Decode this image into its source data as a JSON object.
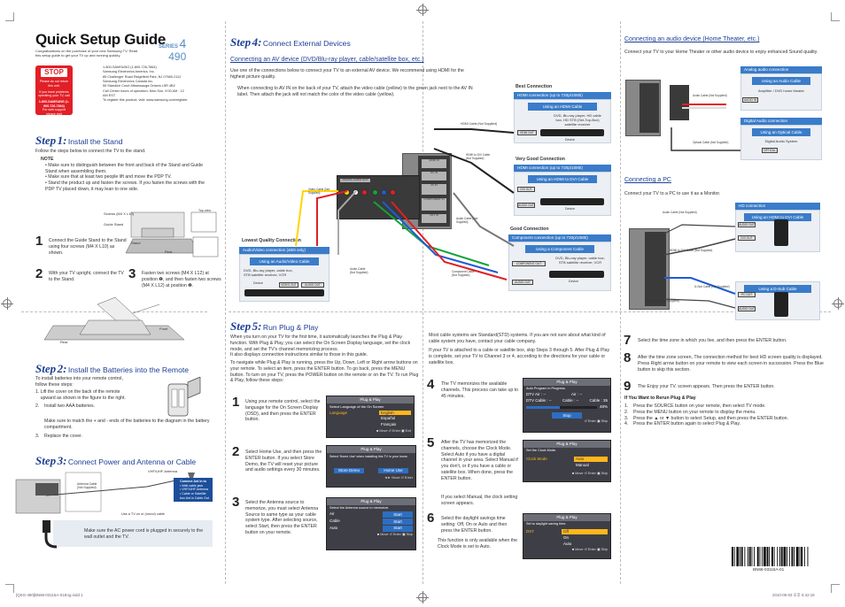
{
  "header": {
    "title": "Quick Setup Guide",
    "series_label": "SERIES",
    "series_number": "4",
    "model": "490",
    "intro": "Congratulations on the purchase of your new Samsung TV. Read this setup guide to get your TV up and running quickly.",
    "contact_lines": [
      "1-800-SAMSUNG (1-800-726-7864)",
      "Samsung Electronics America, Inc.",
      "85 Challenger Road Ridgefield Park, NJ 07660-2112",
      "Samsung Electronics Canada Inc.",
      "55 Standish Court Mississauga Ontario L5R 4B2",
      "Call Center hours of operation: Mon-Sun, 9:00 AM - 12 AM EST",
      "To register this product, visit: www.samsung.com/register"
    ]
  },
  "stop_box": {
    "title": "STOP",
    "lines": [
      "Please do not return this unit.",
      "If you have problems operating your TV, call",
      "1-800-SAMSUNG (1-800-726-7864)",
      "For web support please visit",
      "www.samsung.com/support"
    ]
  },
  "step1": {
    "word": "Step",
    "number": "1",
    "title": "Install the Stand",
    "desc": "Follow the steps below to connect the TV to the stand.",
    "note_label": "NOTE",
    "notes": [
      "Make sure to distinguish between the front and back of the Stand and Guide Stand when assembling them.",
      "Make sure that at least two people lift and move the PDP TV.",
      "Stand the product up and fasten the screws. If you fasten the screws with the PDP TV placed down, it may lean to one side."
    ],
    "labels": {
      "screw": "Screws (M4 X L10)",
      "guide_stand": "Guide Stand",
      "top_view": "Top view",
      "stand": "Stand",
      "front": "Front",
      "rear": "Rear"
    },
    "i1_num": "1",
    "i1": "Connect the Guide Stand to the Stand using four screws (M4 X L10) as shown.",
    "i2_num": "2",
    "i2": "With your TV upright, connect the TV to the Stand.",
    "i3_num": "3",
    "i3": "Fasten two screws (M4 X L12) at position ❶, and then fasten two screws (M4 X L12) at position ❷."
  },
  "step2": {
    "word": "Step",
    "number": "2",
    "title": "Install the Batteries into the Remote",
    "desc": "To install batteries into your remote control, follow these steps:",
    "items": [
      "Lift the cover on the back of the remote upward as shown in the figure to the right.",
      "Install two AAA batteries.",
      "Replace the cover."
    ],
    "note": "Make sure to match the + and - ends of the batteries to the diagram in the battery compartment."
  },
  "step3": {
    "word": "Step",
    "number": "3",
    "title": "Connect Power and Antenna or Cable",
    "vhf": "VHF/UHF Antenna",
    "ant_cable": "Antenna Cable (Not Supplied)",
    "ant_in_title": "Connect Ant In to",
    "ant_in_items": [
      "Wall cable jack",
      "VHF/UHF Antenna",
      "Cable or Satellite box Ant in Cable Out"
    ],
    "or_label": "Use a TV on or (round) cable",
    "power_note": "Make sure the AC power cord is plugged in securely to the wall outlet and the TV."
  },
  "step4": {
    "word": "Step",
    "number": "4",
    "title": "Connect External Devices",
    "av_heading": "Connecting an AV device (DVD/Blu-ray player, cable/satellite box, etc.)",
    "av_desc": "Use one of the connections below to connect your TV to an external AV device. We recommend using HDMI for the highest picture quality.",
    "av_note": "When connecting to AV IN on the back of your TV, attach the video cable (yellow) to the green jack next to the AV IN label. Then attach the jack will not match the color of the video cable (yellow).",
    "hdmi_cable": "HDMI Cable (Not Supplied)",
    "audio_cable": "Audio Cable (Not Supplied)",
    "video_cable": "Video Cable (Not Supplied)",
    "component_cable": "Component Cable (Not Supplied)",
    "hdmi_dvi_cable": "HDMI to DVI Cable (Not Supplied)",
    "best": "Best Connection",
    "best_bar": "HDMI connection (up to 720p/1080i)",
    "best_sub": "Using an HDMI Cable",
    "best_dev": "DVD, Blu-ray player, HD cable box, HD STB (Set-Top-Box) satellite receiver",
    "best_port": "HDMI OUT",
    "device": "Device",
    "very_good": "Very Good Connection",
    "vg_bar": "HDMI connection (up to 720p/1080i)",
    "vg_sub": "Using an HDMI to DVI Cable",
    "vg_ports": [
      "DVI OUT",
      "AUDIO OUT"
    ],
    "good": "Good Connection",
    "good_bar": "Component connection (up to 720p/1080i)",
    "good_sub": "Using a Component Cable",
    "good_dev": "DVD, Blu-ray player, cable box, STB satellite receiver, VCR",
    "good_ports": [
      "COMPONENT OUT",
      "AUDIO OUT"
    ],
    "lowest": "Lowest Quality Connection",
    "low_bar": "Audio/Video connection (480i only)",
    "low_sub": "Using an Audio/Video Cable",
    "low_dev": "DVD, Blu-ray player, cable box, STB satellite receiver, VCR",
    "low_ports": [
      "VIDEO OUT",
      "AUDIO OUT"
    ],
    "tv_labels": [
      "HDMI IN",
      "PC IN",
      "AV IN",
      "COMPONENT IN",
      "ANT IN",
      "DIGITAL AUDIO OUT"
    ]
  },
  "audio_sec": {
    "heading": "Connecting an audio device (Home Theater, etc.)",
    "desc": "Connect your TV to your Home Theater or other audio device to enjoy enhanced Sound quality.",
    "analog_bar": "Analog audio connection",
    "analog_sub": "Using an Audio Cable",
    "analog_dev": "Amplifier / DVD home theater",
    "digital_bar": "Digital Audio connection",
    "digital_sub": "Using an Optical Cable",
    "digital_dev": "Digital Audio System",
    "audio_in": "AUDIO IN",
    "optical": "OPTICAL",
    "audio_cable": "Audio Cable (Not Supplied)",
    "optical_cable": "Optical Cable (Not Supplied)"
  },
  "pc_sec": {
    "heading": "Connecting a PC",
    "desc": "Connect your TV to a PC to use it as a Monitor.",
    "hd_bar": "HD connection",
    "hdmi_dvi_sub": "Using an HDMI to DVI Cable",
    "dsub_sub": "Using a D-Sub Cable",
    "ports_a": [
      "AUDIO OUT",
      "DVI OUT"
    ],
    "ports_b": [
      "PC OUT",
      "AUDIO OUT"
    ],
    "cable1": "HDMI to DVI Cable (Not Supplied)",
    "cable2": "D-Sub Cable (Not Supplied)",
    "cable3": "Audio Cable (Not Supplied)"
  },
  "step5": {
    "word": "Step",
    "number": "5",
    "title": "Run Plug & Play",
    "p1": "When you turn on your TV for the first time, it automatically launches the Plug & Play function. With Plug & Play, you can select the On Screen Display language, set the clock mode, and set the TV's channel memorizing process.",
    "p2": "It also displays connection instructions similar to those in this guide.",
    "p3": "To navigate while Plug & Play is running, press the Up, Down, Left or Right arrow buttons on your remote. To select an item, press the ENTER button. To go back, press the MENU button. To turn on your TV, press the POWER button on the remote or on the TV. To run Plug & Play, follow these steps:",
    "s1_num": "1",
    "s1": "Using your remote control, select the language for the On Screen Display (OSD), and then press the ENTER button.",
    "s2_num": "2",
    "s2": "Select Home Use, and then press the ENTER button. If you select Store Demo, the TV will reset your picture and audio settings every 30 minutes.",
    "s3_num": "3",
    "s3": "Select the Antenna source to memorize, you must select Antenna Source to same type as your cable system type. After selecting source, select Start, then press the ENTER button on your remote.",
    "note_a": "Most cable systems are Standard(STD) systems. If you are not sure about what kind of cable system you have, contact your cable company.",
    "note_b": "If your TV is attached to a cable or satellite box, skip Steps 3 through 5. After Plug & Play is complete, set your TV to Channel 3 or 4, according to the directions for your cable or satellite box.",
    "s4_num": "4",
    "s4": "The TV memorizes the available channels. This process can take up to 45 minutes.",
    "s5_num": "5",
    "s5": "After the TV has memorized the channels, choose the Clock Mode. Select Auto if you have a digital channel in your area. Select Manual if you don't, or if you have a cable or satellite box. When done, press the ENTER button.",
    "s5_note": "If you select Manual, the clock setting screen appears.",
    "s6_num": "6",
    "s6": "Select the daylight savings time setting: Off, On or Auto and then press the ENTER button.",
    "s6_note": "This function is only available when the Clock Mode is set to Auto.",
    "s7_num": "7",
    "s7": "Select the time zone in which you live, and then press the ENTER button.",
    "s8_num": "8",
    "s8": "After the time zone screen, The connection method for best HD screen quality is displayed. Press Right arrow button on your remote to view each screen in succession. Press the Blue button to skip this section.",
    "s9_num": "9",
    "s9": "The Enjoy your TV. screen appears. Then press the ENTER button.",
    "rerun_title": "If You Want to Rerun Plug & Play",
    "rerun": [
      "Press the SOURCE button on your remote, then select TV mode.",
      "Press the MENU button on your remote to display the menu.",
      "Press the ▲ or ▼ button to select Setup, and then press the ENTER button.",
      "Press the ENTER button again to select Plug & Play."
    ]
  },
  "menus": {
    "m1": {
      "title": "Plug & Play",
      "label": "Select Language of the On Screen",
      "row": "Language",
      "options": [
        "English",
        "Español",
        "Français"
      ],
      "footer": "■ Move  ⏎ Enter  ▣ Exit"
    },
    "m2": {
      "title": "Plug & Play",
      "label": "Select 'Home Use' when installing this TV in your home.",
      "b1": "Store Demo",
      "b2": "Home Use",
      "footer": "◄► Move  ⏎ Enter"
    },
    "m3": {
      "title": "Plug & Play",
      "label": "Select the Antenna source to memorize.",
      "rows": [
        "Air",
        "Cable",
        "Auto"
      ],
      "start": "Start",
      "footer": "■ Move  ⏎ Enter  ▣ Skip"
    },
    "m4": {
      "title": "Plug & Play",
      "label": "Auto Program in Progress.",
      "r1a": "DTV Air : --",
      "r1b": "Air : --",
      "r2a": "DTV Cable : --",
      "r2b": "Cable : --",
      "r2c": "Cable : 35",
      "pct": "48%",
      "progress": 48,
      "stop": "Stop",
      "footer": "⏎ Enter  ▣ Skip"
    },
    "m5": {
      "title": "Plug & Play",
      "label": "Set the Clock Mode.",
      "row": "Clock Mode",
      "options": [
        "Auto",
        "Manual"
      ],
      "footer": "■ Move  ⏎ Enter  ▣ Skip"
    },
    "m6": {
      "title": "Plug & Play",
      "label": "Set to daylight saving time.",
      "row": "DST",
      "options": [
        "Off",
        "On",
        "Auto"
      ],
      "footer": "■ Move  ⏎ Enter  ▣ Skip"
    }
  },
  "footer": {
    "left": "[QSG-490]BN68-03115A-01Eng.indd   1",
    "right": "2010-09-03   오후 5:42:19",
    "barcode": "BN68-03115A-01"
  }
}
